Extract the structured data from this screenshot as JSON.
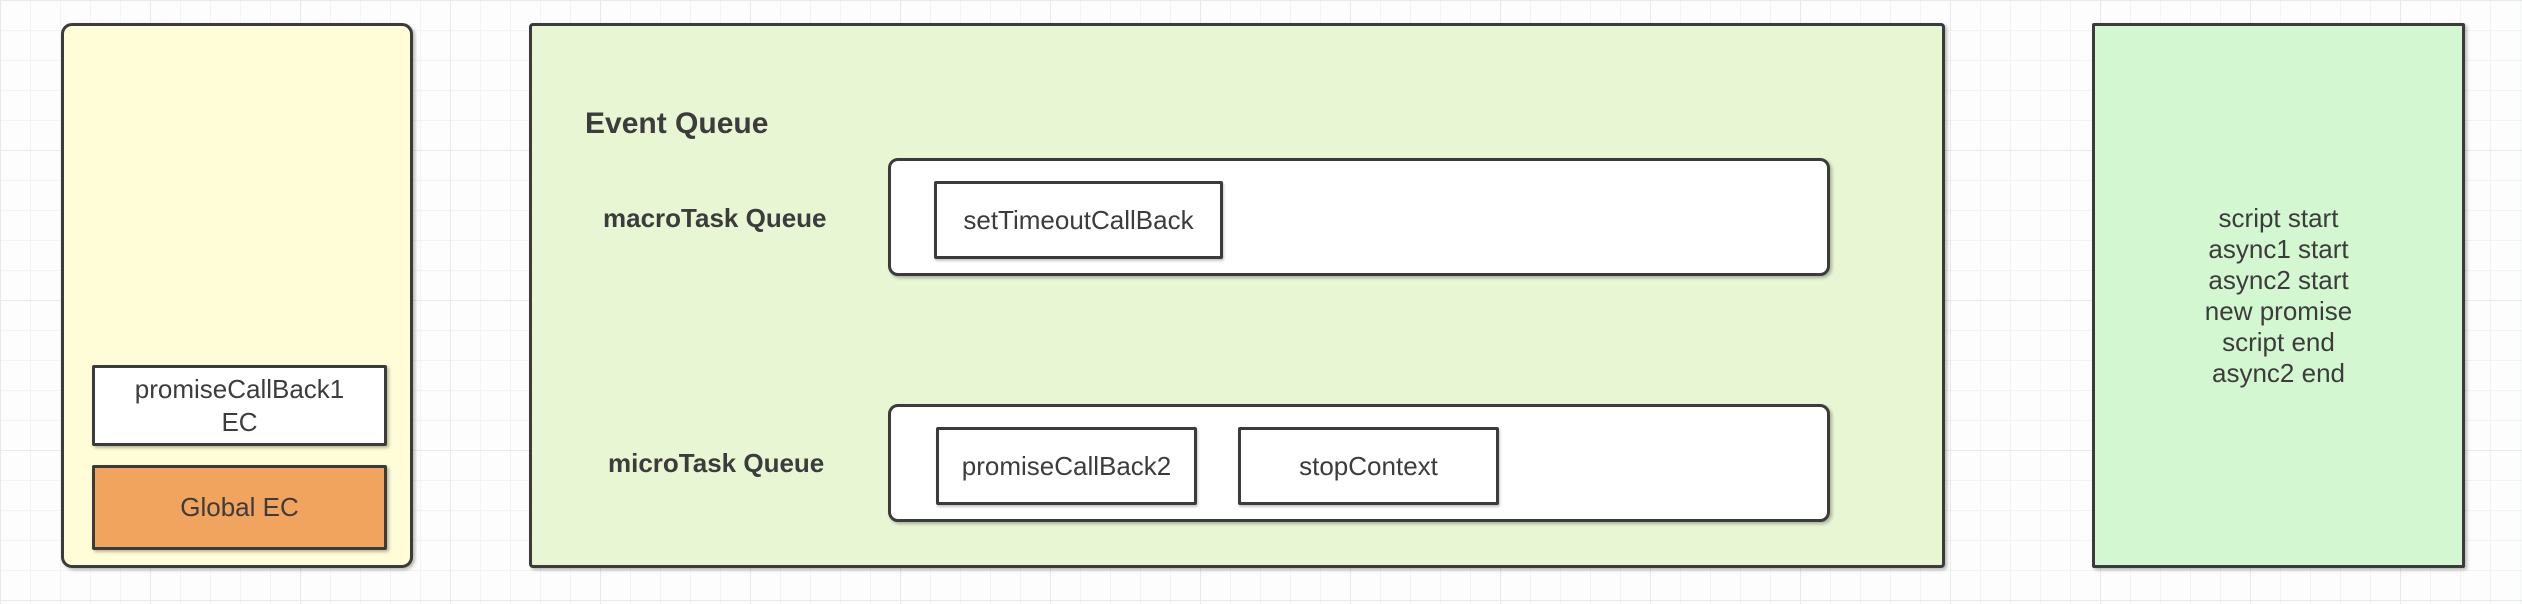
{
  "colors": {
    "call_stack_fill": "#fffcd8",
    "event_queue_fill": "#e8f6d3",
    "output_fill": "#d3f7d0",
    "global_ec_fill": "#f0a45e",
    "shape_border": "#3b3b3b",
    "text": "#3c3c3c"
  },
  "call_stack": {
    "frames": [
      {
        "label": "promiseCallBack1\nEC"
      },
      {
        "label": "Global EC"
      }
    ]
  },
  "event_queue": {
    "title": "Event Queue",
    "rows": [
      {
        "label": "macroTask Queue",
        "tasks": [
          "setTimeoutCallBack"
        ]
      },
      {
        "label": "microTask Queue",
        "tasks": [
          "promiseCallBack2",
          "stopContext"
        ]
      }
    ]
  },
  "output": {
    "lines": [
      "script start",
      "async1 start",
      "async2 start",
      "new promise",
      "script end",
      "async2 end"
    ]
  }
}
